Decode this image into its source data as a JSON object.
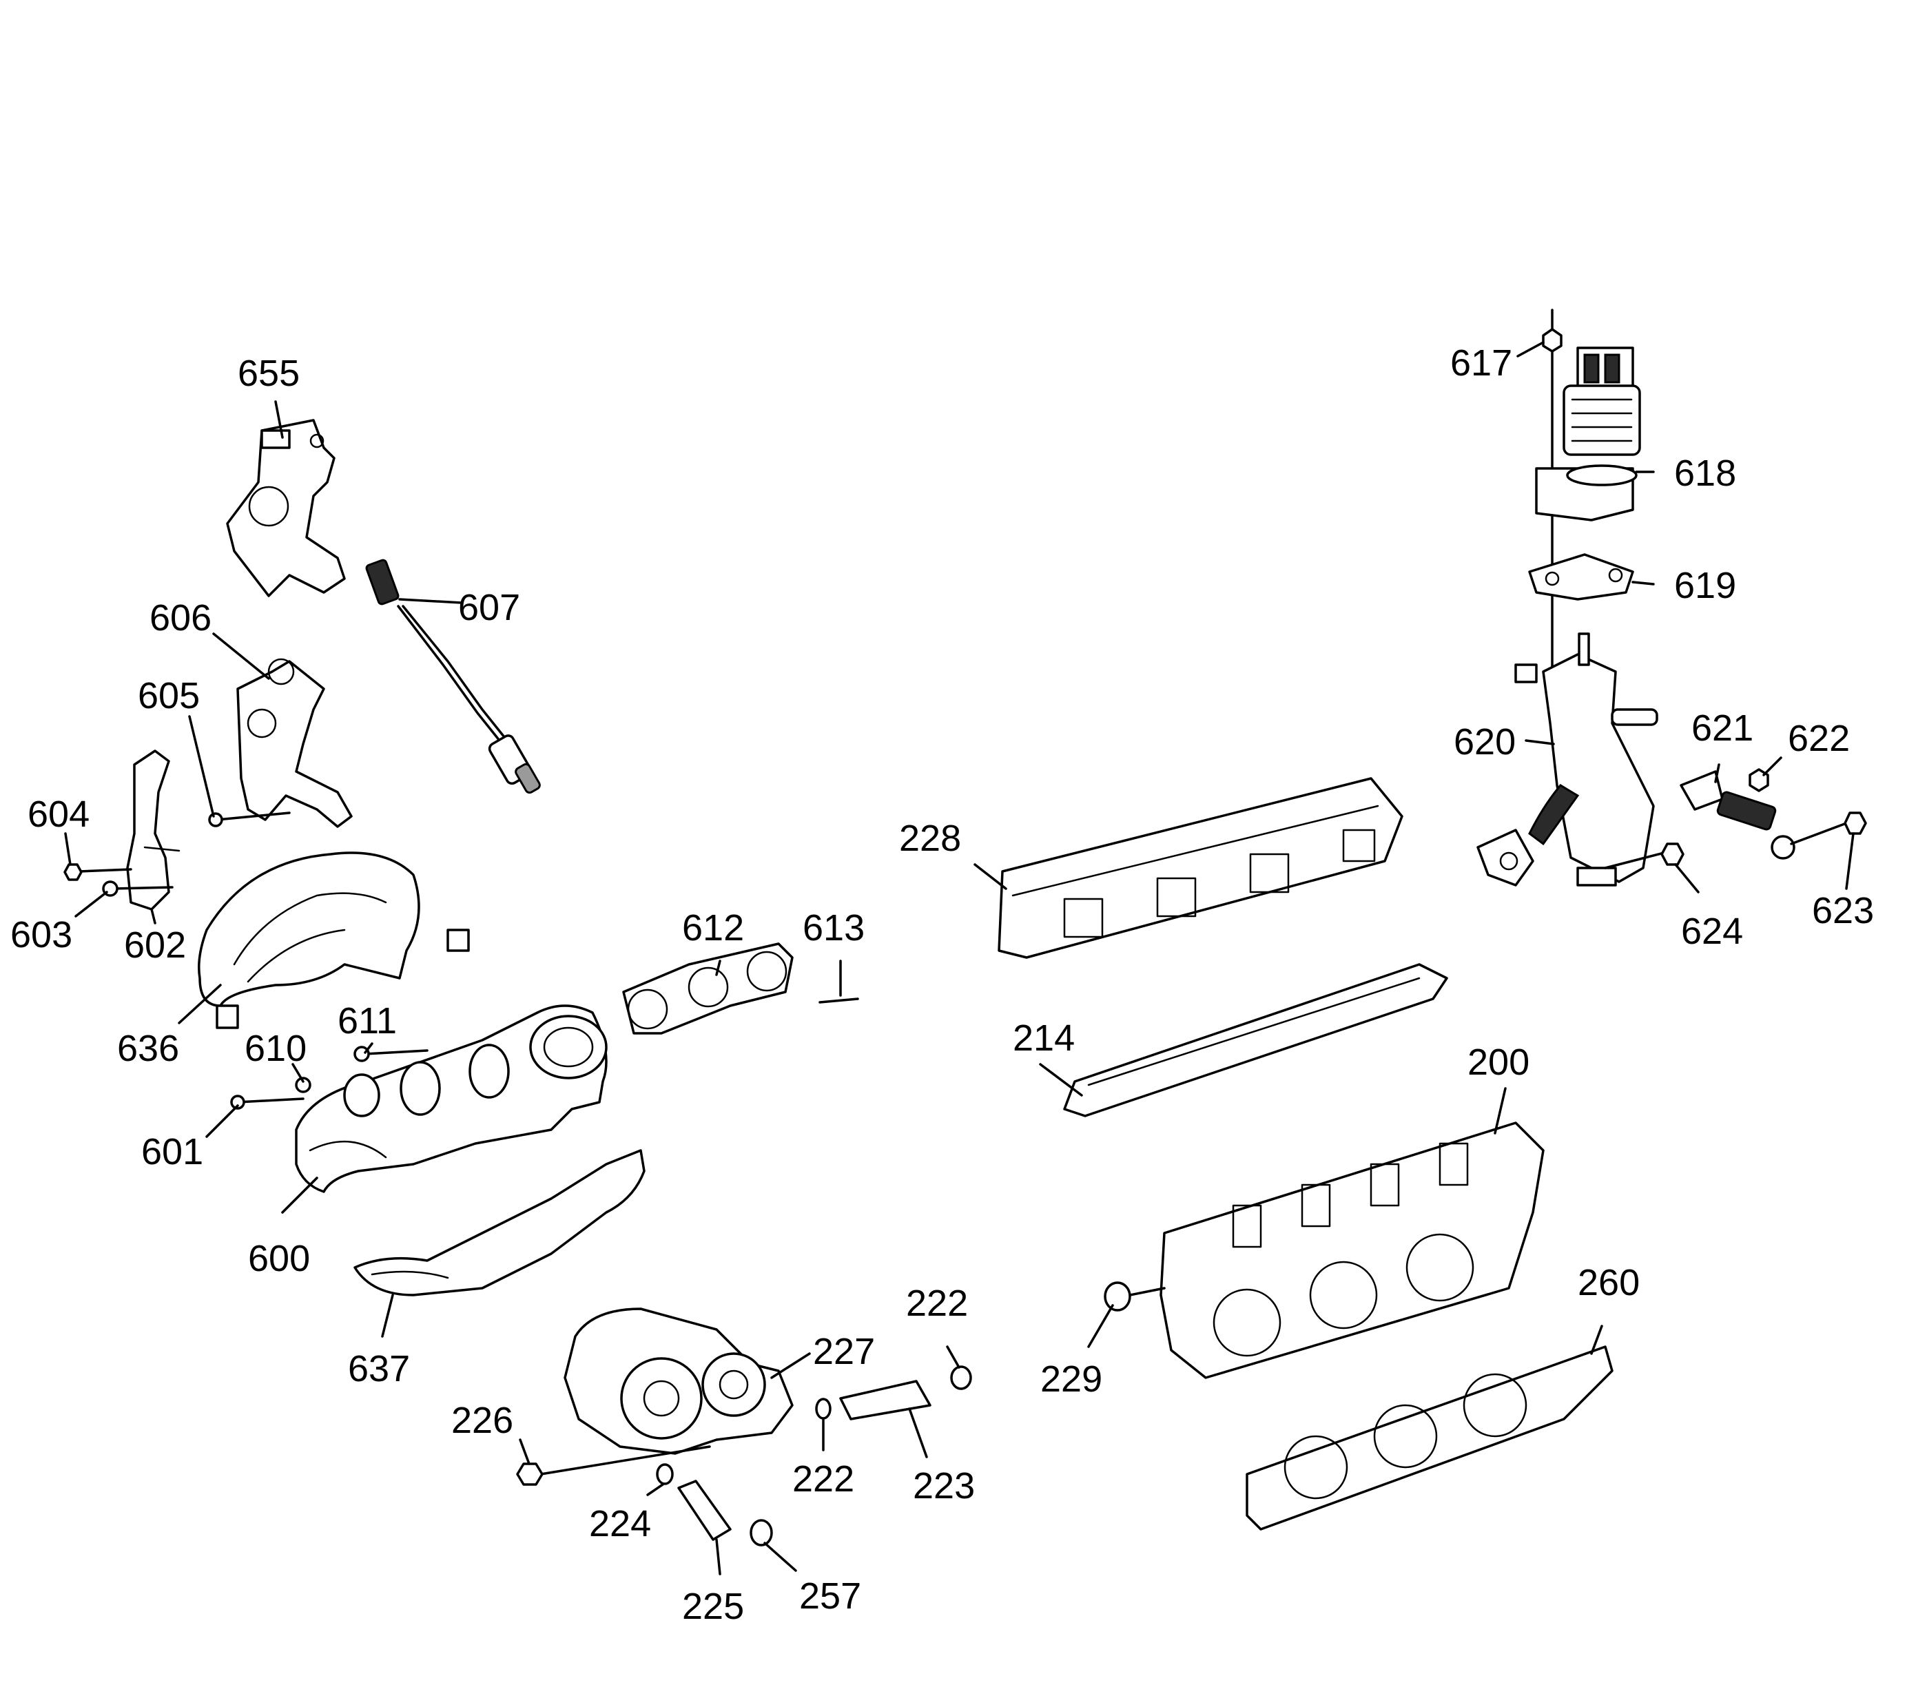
{
  "callouts": {
    "c617": "617",
    "c618": "618",
    "c619": "619",
    "c620": "620",
    "c621": "621",
    "c622": "622",
    "c623": "623",
    "c624": "624",
    "c655": "655",
    "c607": "607",
    "c606": "606",
    "c605": "605",
    "c604": "604",
    "c603": "603",
    "c602": "602",
    "c636": "636",
    "c612": "612",
    "c613": "613",
    "c611": "611",
    "c610": "610",
    "c601": "601",
    "c600": "600",
    "c637": "637",
    "c228": "228",
    "c214": "214",
    "c200": "200",
    "c229": "229",
    "c260": "260",
    "c227": "227",
    "c222a": "222",
    "c222b": "222",
    "c223": "223",
    "c226": "226",
    "c224": "224",
    "c225": "225",
    "c257": "257"
  }
}
